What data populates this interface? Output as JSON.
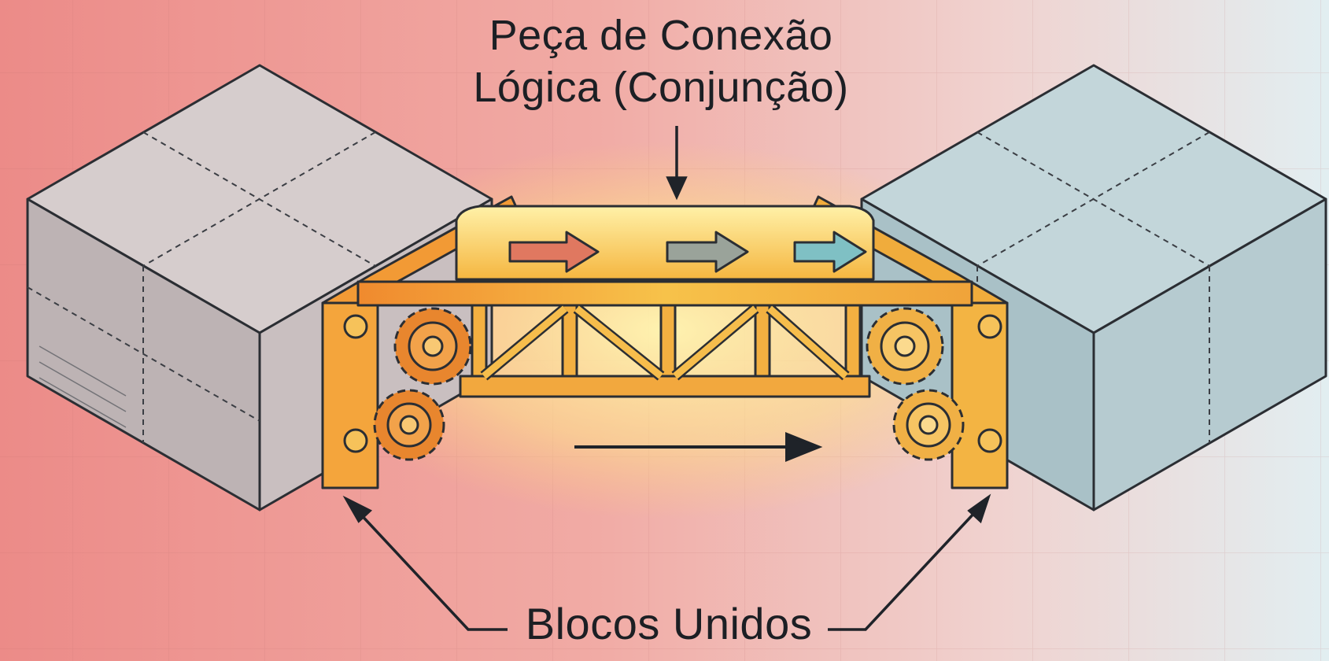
{
  "labels": {
    "connector_line1": "Peça de Conexão",
    "connector_line2": "Lógica (Conjunção)",
    "joined_blocks": "Blocos Unidos"
  },
  "colors": {
    "background_left": "#ef8f8c",
    "background_right": "#e4eef0",
    "block_left": "#cfc5c6",
    "block_right": "#b7cdd3",
    "connector": "#f2b43c",
    "connector_glow": "#fff2a6",
    "outline": "#2b2e33"
  },
  "icons": [
    "arrow-right-icon",
    "gear-icon",
    "down-arrow-icon"
  ]
}
